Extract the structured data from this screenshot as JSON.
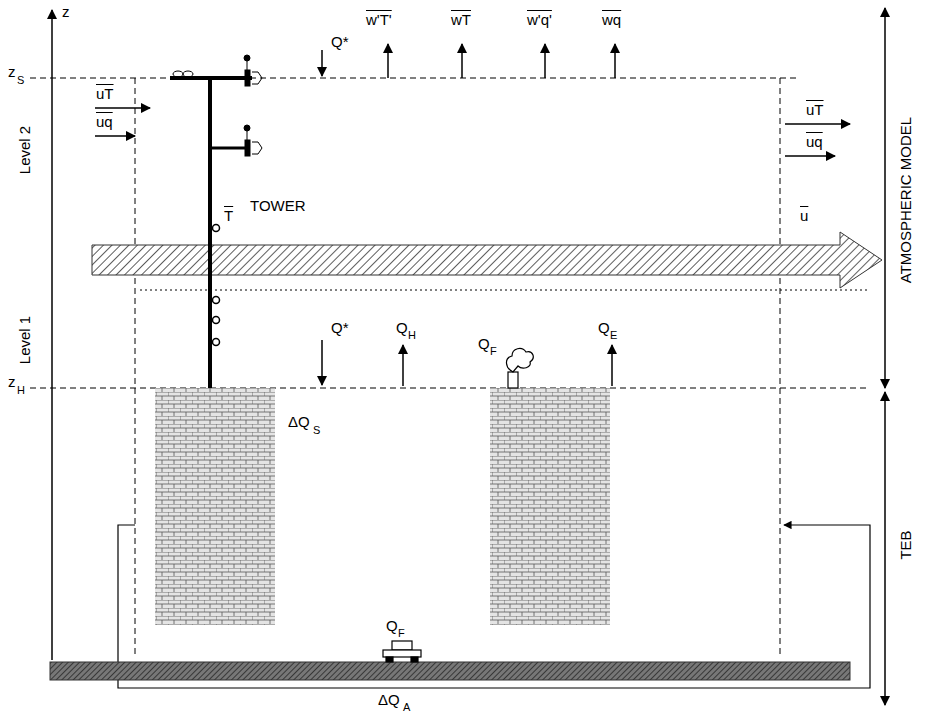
{
  "diagram": {
    "labels": [
      "z",
      "z",
      "S",
      "Level 2",
      "Q*",
      "w'T'",
      "wT",
      "w'q'",
      "wq",
      "uT",
      "uq",
      "uT",
      "uq",
      "TOWER",
      "T",
      "u",
      "Level 1",
      "ATMOSPHERIC MODEL",
      "Q*",
      "Q",
      "H",
      "Q",
      "F",
      "Q",
      "E",
      "z",
      "H",
      "TEB",
      "ΔQ",
      "S",
      "Q",
      "F",
      "ΔQ",
      "A"
    ]
  }
}
